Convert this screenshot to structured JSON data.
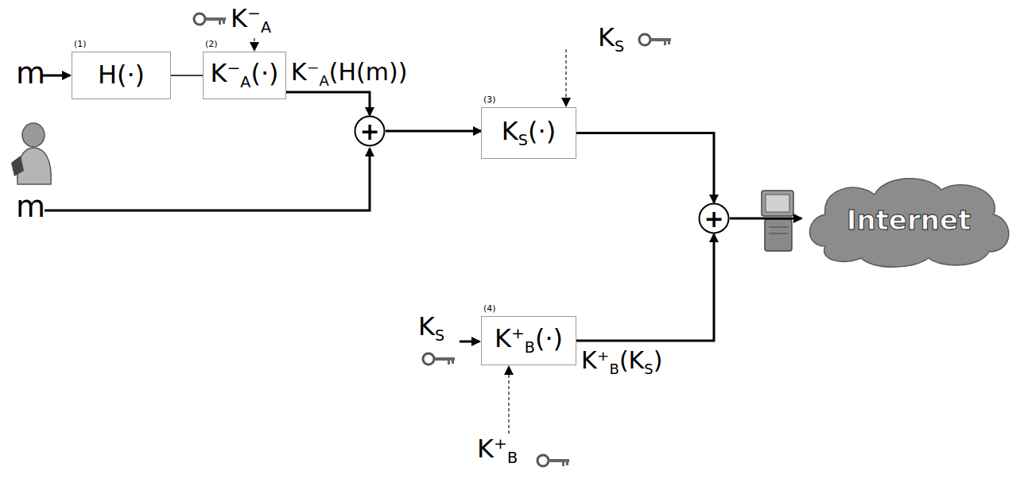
{
  "diagram": {
    "nodes": [
      {
        "text": [
          "H(·)"
        ]
      },
      {
        "text": [
          "K⁻A(·)"
        ]
      },
      {
        "text": [
          "+"
        ]
      },
      {
        "text": [
          "KS(·)"
        ]
      },
      {
        "text": [
          "+"
        ]
      },
      {
        "text": [
          "K⁺B(·)"
        ]
      },
      {
        "text": [
          "Internet"
        ]
      }
    ],
    "edges": [
      {
        "from": 0,
        "to": 1,
        "arrow": "none"
      },
      {
        "from": 1,
        "to": 2,
        "arrow": "to",
        "label": "K⁻A(H(m))"
      },
      {
        "from": 2,
        "to": 3,
        "arrow": "to"
      },
      {
        "from": 3,
        "to": 4,
        "arrow": "to"
      },
      {
        "from": 5,
        "to": 4,
        "arrow": "to",
        "label": "K⁺B(KS)"
      },
      {
        "from": 4,
        "to": 6,
        "arrow": "to"
      }
    ],
    "labels": [
      "(1)",
      "(2)",
      "(3)",
      "(4)",
      "K⁻A",
      "m",
      "KS",
      "m",
      "KS",
      "K⁺B"
    ]
  }
}
